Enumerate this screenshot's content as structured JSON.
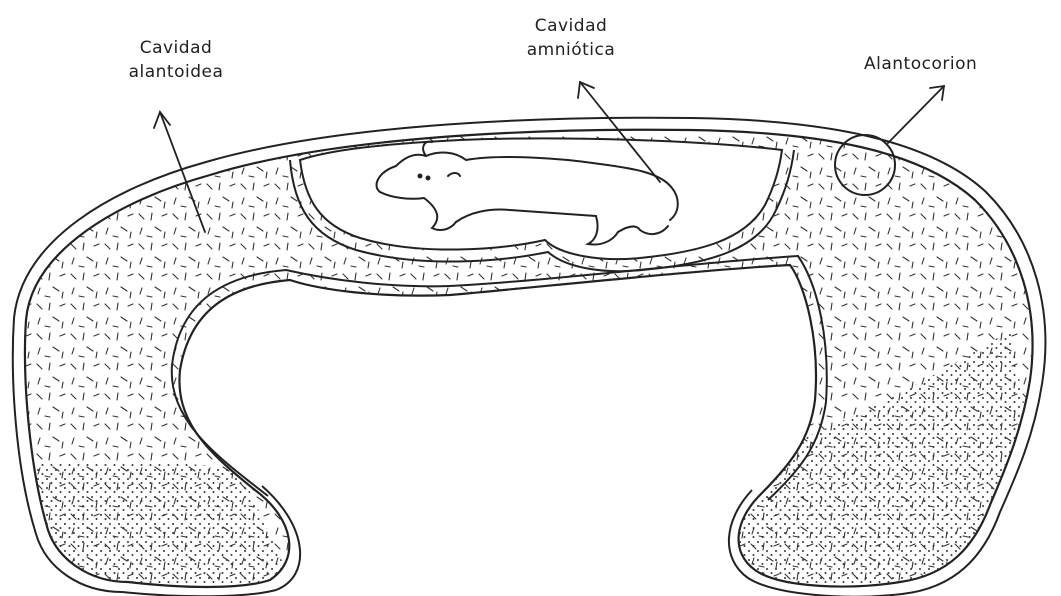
{
  "labels": {
    "cavidad_alantoidea": {
      "line1": "Cavidad",
      "line2": "alantoidea"
    },
    "cavidad_amniotica": {
      "line1": "Cavidad",
      "line2": "amniótica"
    },
    "alantocorion": "Alantocorion"
  },
  "colors": {
    "ink": "#222222",
    "background": "#ffffff"
  }
}
